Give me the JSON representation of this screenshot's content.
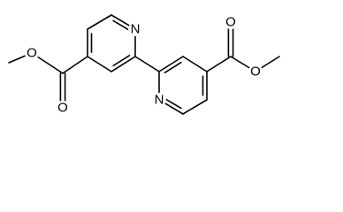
{
  "molecule": {
    "atoms": [
      {
        "id": "o_methoxy_left",
        "element": "O",
        "label": "O"
      },
      {
        "id": "o_carbonyl_left",
        "element": "O",
        "label": "O"
      },
      {
        "id": "n_ring_left",
        "element": "N",
        "label": "N"
      },
      {
        "id": "n_ring_right",
        "element": "N",
        "label": "N"
      },
      {
        "id": "o_carbonyl_right",
        "element": "O",
        "label": "O"
      },
      {
        "id": "o_methoxy_right",
        "element": "O",
        "label": "O"
      }
    ],
    "colors": {
      "bond": "#000000",
      "label": "#000000",
      "background": "#ffffff"
    }
  }
}
